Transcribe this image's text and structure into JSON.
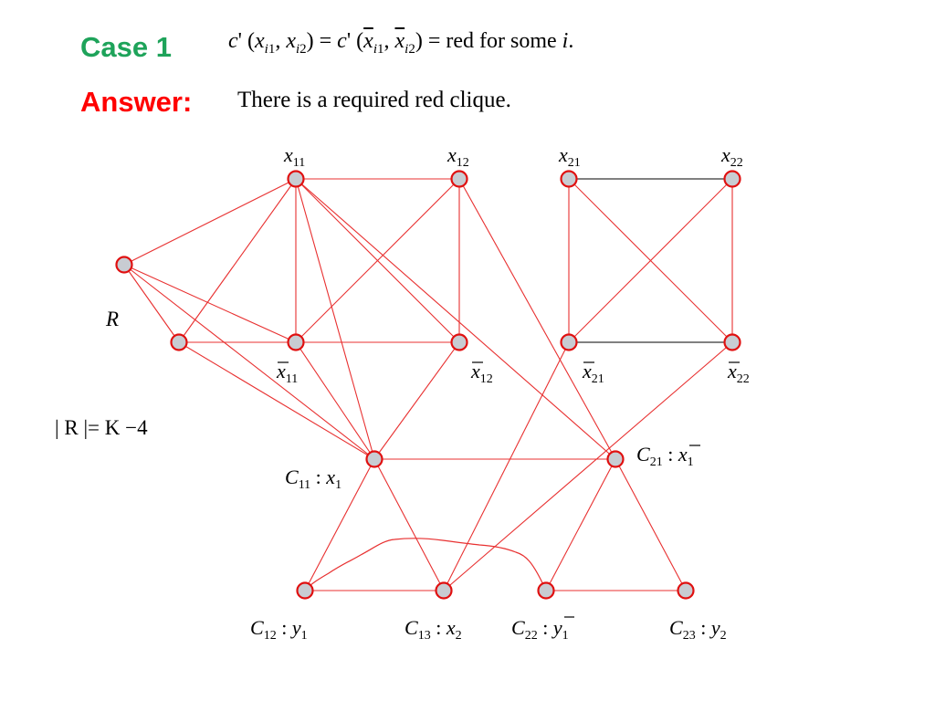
{
  "header": {
    "case_label": "Case 1",
    "answer_label": "Answer:",
    "answer_text": "There is a required red clique."
  },
  "formula": {
    "c_prime": "c'",
    "equals_red": "= red for some",
    "i": "i"
  },
  "colors": {
    "case": "#1ea35a",
    "answer": "#ff0000",
    "edge": "#e83030",
    "edge_black": "#000000",
    "node_fill": "#c8ccd2",
    "node_stroke": "#e01010"
  },
  "graph": {
    "nodes": [
      {
        "id": "x11",
        "label": "x",
        "sub": "11",
        "bar": false
      },
      {
        "id": "x12",
        "label": "x",
        "sub": "12",
        "bar": false
      },
      {
        "id": "x21",
        "label": "x",
        "sub": "21",
        "bar": false
      },
      {
        "id": "x22",
        "label": "x",
        "sub": "22",
        "bar": false
      },
      {
        "id": "xb11",
        "label": "x",
        "sub": "11",
        "bar": true
      },
      {
        "id": "xb12",
        "label": "x",
        "sub": "12",
        "bar": true
      },
      {
        "id": "xb21",
        "label": "x",
        "sub": "21",
        "bar": true
      },
      {
        "id": "xb22",
        "label": "x",
        "sub": "22",
        "bar": true
      },
      {
        "id": "R",
        "label": "R",
        "sub": "",
        "bar": false
      },
      {
        "id": "R2",
        "label": "",
        "sub": "",
        "bar": false
      },
      {
        "id": "C11",
        "label": "C",
        "sub": "11",
        "lit": "x",
        "litsub": "1",
        "litbar": false
      },
      {
        "id": "C21",
        "label": "C",
        "sub": "21",
        "lit": "x",
        "litsub": "1",
        "litbar": true
      },
      {
        "id": "C12",
        "label": "C",
        "sub": "12",
        "lit": "y",
        "litsub": "1",
        "litbar": false
      },
      {
        "id": "C13",
        "label": "C",
        "sub": "13",
        "lit": "x",
        "litsub": "2",
        "litbar": false
      },
      {
        "id": "C22",
        "label": "C",
        "sub": "22",
        "lit": "y",
        "litsub": "1",
        "litbar": true
      },
      {
        "id": "C23",
        "label": "C",
        "sub": "23",
        "lit": "y",
        "litsub": "2",
        "litbar": false
      }
    ],
    "edges": [
      [
        "R",
        "x11"
      ],
      [
        "R",
        "xb11"
      ],
      [
        "R",
        "R2"
      ],
      [
        "R",
        "C11"
      ],
      [
        "R2",
        "x11"
      ],
      [
        "R2",
        "xb11"
      ],
      [
        "R2",
        "C11"
      ],
      [
        "x11",
        "x12"
      ],
      [
        "x11",
        "xb11"
      ],
      [
        "x11",
        "xb12"
      ],
      [
        "x11",
        "C21"
      ],
      [
        "x12",
        "xb11"
      ],
      [
        "x12",
        "xb12"
      ],
      [
        "x12",
        "C21"
      ],
      [
        "xb11",
        "xb12"
      ],
      [
        "xb11",
        "C11"
      ],
      [
        "x11",
        "C11"
      ],
      [
        "xb12",
        "C11"
      ],
      [
        "x21",
        "xb21"
      ],
      [
        "x21",
        "xb22"
      ],
      [
        "x22",
        "xb21"
      ],
      [
        "x22",
        "xb22"
      ],
      [
        "C11",
        "C21"
      ],
      [
        "C11",
        "C12"
      ],
      [
        "C11",
        "C13"
      ],
      [
        "C12",
        "C13"
      ],
      [
        "C22",
        "C23"
      ],
      [
        "C21",
        "C22"
      ],
      [
        "C21",
        "C23"
      ],
      [
        "xb21",
        "C13"
      ],
      [
        "xb22",
        "C13"
      ]
    ],
    "black_edges": [
      [
        "x21",
        "x22"
      ],
      [
        "xb21",
        "xb22"
      ]
    ],
    "curved_edge": [
      "C12",
      "C22"
    ]
  },
  "annotation": {
    "size_constraint_left": "| R |= K",
    "size_constraint_minus": "−",
    "size_constraint_value": "4"
  }
}
